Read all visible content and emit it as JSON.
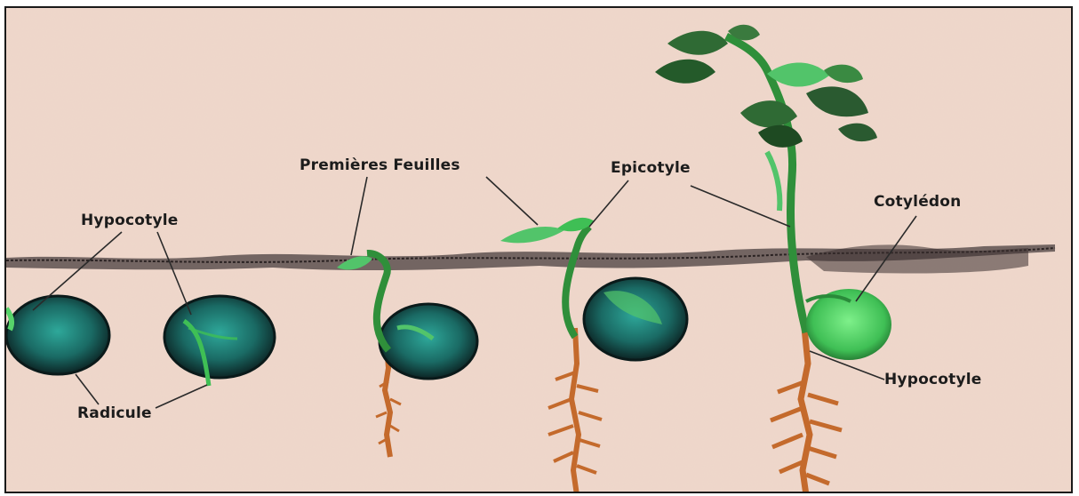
{
  "labels": {
    "hypocotyle_left": "Hypocotyle",
    "radicule": "Radicule",
    "premieres_feuilles": "Premières Feuilles",
    "epicotyle": "Epicotyle",
    "cotyledon": "Cotylédon",
    "hypocotyle_right": "Hypocotyle"
  },
  "colors": {
    "paper": "#f2dcd0",
    "soil": "#3a3030",
    "seed_dark": "#143a3a",
    "seed_teal": "#1f8a80",
    "stem_green": "#2f8f3a",
    "leaf_green": "#52c46a",
    "root_orange": "#c46a2c"
  }
}
